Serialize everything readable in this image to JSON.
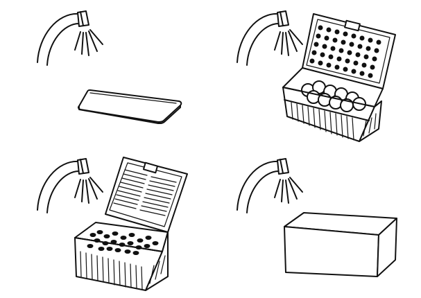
{
  "panels": [
    {
      "id": "tap-flat-plate",
      "tap_icon": "faucet-icon",
      "object_icon": "flat-plate-icon"
    },
    {
      "id": "tap-box-with-balls",
      "tap_icon": "faucet-icon",
      "object_icon": "open-box-with-balls-icon"
    },
    {
      "id": "tap-box-with-pellets",
      "tap_icon": "faucet-icon",
      "object_icon": "open-box-with-pellets-icon"
    },
    {
      "id": "tap-closed-box",
      "tap_icon": "faucet-icon",
      "object_icon": "closed-box-icon"
    }
  ],
  "colors": {
    "line": "#111111",
    "background": "#ffffff"
  }
}
